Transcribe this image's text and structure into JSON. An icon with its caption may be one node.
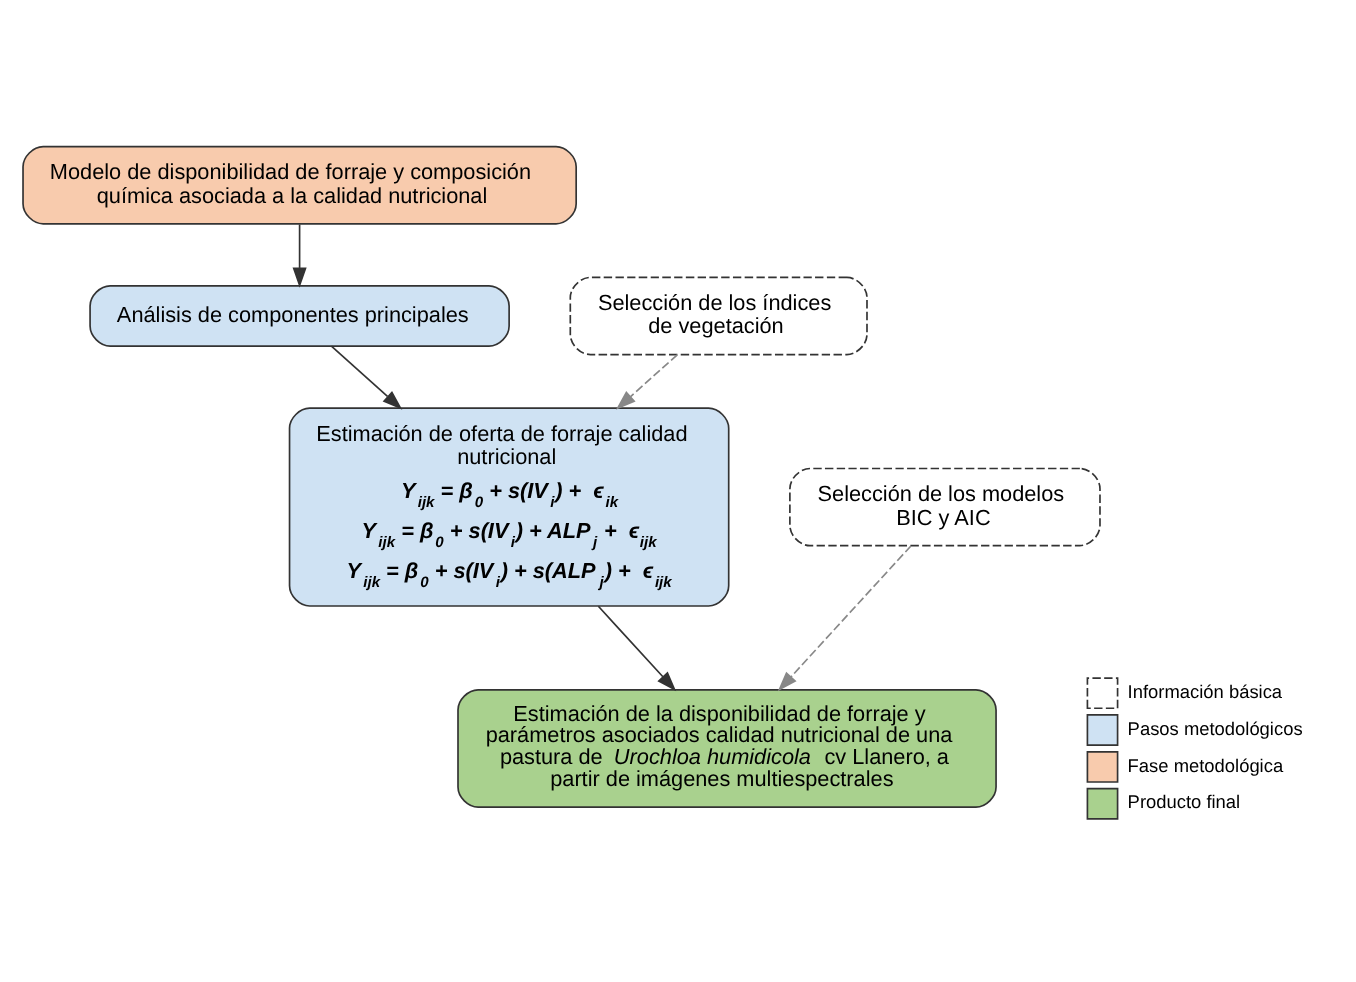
{
  "diagram": {
    "nodes": [
      {
        "text": [
          "Modelo de disponibilidad de forraje y composición química asociada a la calidad nutricional"
        ]
      },
      {
        "text": [
          "Análisis de componentes principales"
        ]
      },
      {
        "text": [
          "Selección de los índices de vegetación"
        ]
      },
      {
        "text": [
          "Estimación de oferta de forraje calidad nutricional",
          "Y$_{ijk}$ = β$_{0}$ + s(IV$_{i}$) +  ϵ$_{ik}$",
          "Y$_{ijk}$ = β$_{0}$ + s(IV$_{i}$) + ALP$_{j}$ +  ϵ$_{ijk}$",
          "Y$_{ijk}$ = β$_{0}$ + s(IV$_{i}$) + s(ALP$_{j}$) +  ϵ$_{ijk}$"
        ]
      },
      {
        "text": [
          "Selección de los modelos BIC y AIC"
        ]
      },
      {
        "text": [
          "Estimación de la disponibilidad de forraje y parámetros asociados calidad nutricional de una pastura de *Urochloa humidicola* cv Llanero, a partir de imágenes multiespectrales"
        ]
      }
    ],
    "edges": [
      {
        "from": 0,
        "to": 1,
        "arrow": "to"
      },
      {
        "from": 1,
        "to": 3,
        "arrow": "to"
      },
      {
        "from": 2,
        "to": 3,
        "arrow": "to",
        "style": "dashed",
        "color": "#888888"
      },
      {
        "from": 3,
        "to": 5,
        "arrow": "to"
      },
      {
        "from": 4,
        "to": 5,
        "arrow": "to",
        "style": "dashed",
        "color": "#888888"
      }
    ],
    "legend": [
      {
        "text": "Información básica"
      },
      {
        "text": "Pasos metodológicos",
        "color": "#cfe2f3"
      },
      {
        "text": "Fase metodológica",
        "color": "#f8cbad"
      },
      {
        "text": "Producto final",
        "color": "#a9d18e"
      }
    ]
  }
}
